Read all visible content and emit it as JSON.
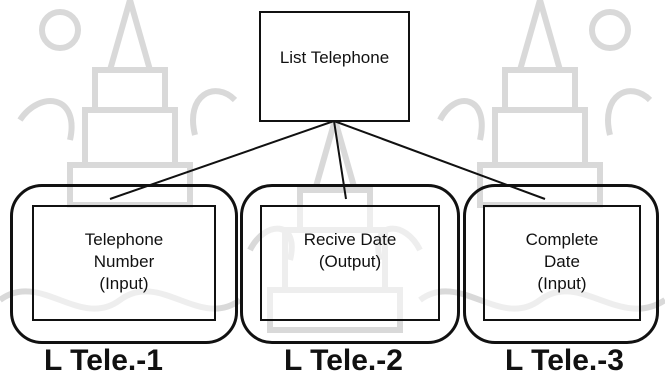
{
  "root": {
    "label": "List Telephone"
  },
  "nodes": [
    {
      "label": "Telephone\nNumber\n(Input)",
      "caption": "L Tele.-1"
    },
    {
      "label": "Recive Date\n(Output)",
      "caption": "L Tele.-2"
    },
    {
      "label": "Complete\nDate\n(Input)",
      "caption": "L Tele.-3"
    }
  ],
  "colors": {
    "ink": "#111111",
    "watermark": "#d9d9d9",
    "background": "#ffffff"
  }
}
